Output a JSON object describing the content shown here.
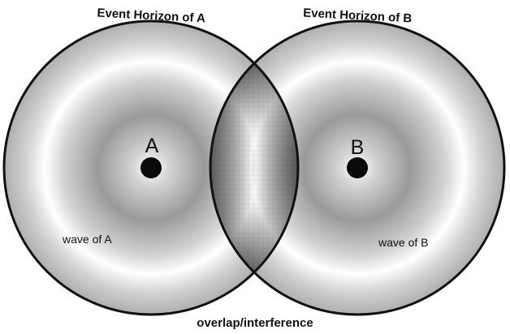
{
  "diagram": {
    "horizon_a_label": "Event Horizon of A",
    "horizon_b_label": "Event Horizon of B",
    "source_a_label": "A",
    "source_b_label": "B",
    "wave_a_label": "wave of A",
    "wave_b_label": "wave of B",
    "overlap_label": "overlap/interference"
  },
  "colors": {
    "outline": "#111111",
    "wave_light": "#ffffff",
    "wave_dark": "#9a9a9a",
    "source_dot": "#0a0a0a"
  }
}
